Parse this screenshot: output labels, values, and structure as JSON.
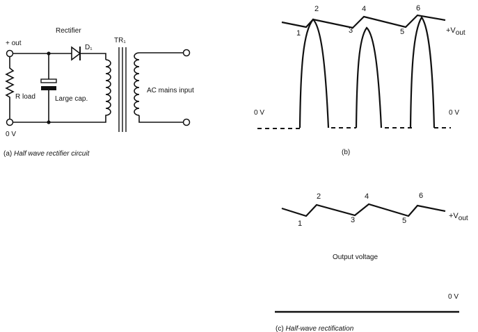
{
  "circuit": {
    "labels": {
      "out_plus": "+ out",
      "rectifier": "Rectifier",
      "diode": "D₁",
      "transformer": "TR₁",
      "r_load": "R load",
      "capacitor": "Large cap.",
      "ac_input": "AC mains input",
      "zero_v": "0 V"
    },
    "caption_prefix": "(a) ",
    "caption": "Half wave rectifier circuit"
  },
  "waveform_b": {
    "peak_labels": [
      "1",
      "2",
      "3",
      "4",
      "5",
      "6"
    ],
    "zero_left": "0 V",
    "zero_right": "0 V",
    "vout": "+V",
    "vout_sub": "out",
    "caption": "(b)"
  },
  "waveform_c": {
    "peak_labels": [
      "1",
      "2",
      "3",
      "4",
      "5",
      "6"
    ],
    "vout": "+V",
    "vout_sub": "out",
    "output_label": "Output voltage",
    "zero": "0 V",
    "caption_prefix": "(c) ",
    "caption": "Half-wave rectification"
  }
}
